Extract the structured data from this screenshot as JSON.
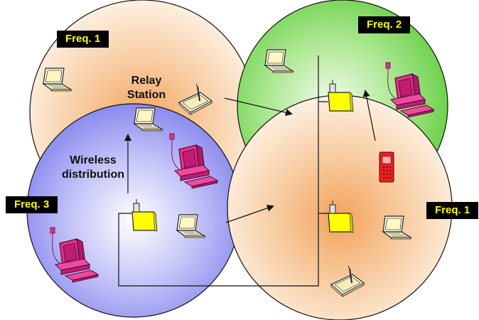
{
  "labels": {
    "freq_top_left": "Freq. 1",
    "freq_top_right": "Freq. 2",
    "freq_left": "Freq. 3",
    "freq_right": "Freq. 1",
    "relay_station_line1": "Relay",
    "relay_station_line2": "Station",
    "wireless_line1": "Wireless",
    "wireless_line2": "distribution"
  },
  "colors": {
    "cell_orange": "#f0b478",
    "cell_green": "#7cd860",
    "cell_blue": "#8c8cf0",
    "access_point": "#ffff00",
    "desktop": "#e8308c",
    "phone": "#e82020",
    "badge_bg": "#000000",
    "badge_text": "#ffff00"
  },
  "icons": [
    "laptop-icon",
    "tablet-pen-icon",
    "desktop-computer-icon",
    "access-point-icon",
    "mobile-phone-icon",
    "arrow-icon"
  ]
}
